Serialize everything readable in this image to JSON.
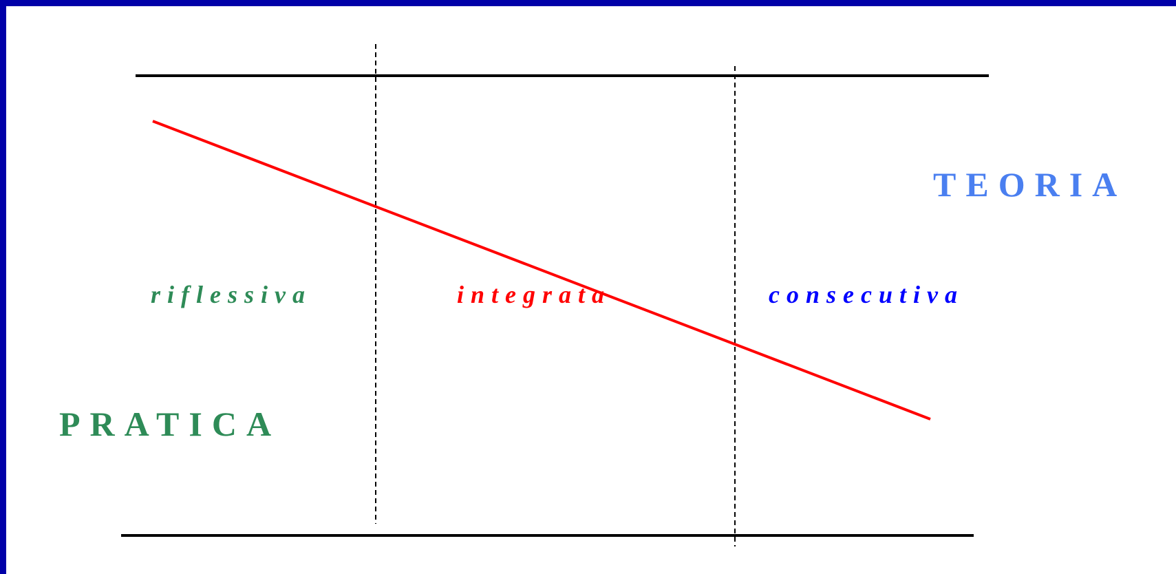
{
  "labels": {
    "teoria": "TEORIA",
    "pratica": "PRATICA",
    "riflessiva": "riflessiva",
    "integrata": "integrata",
    "consecutiva": "consecutiva"
  },
  "colors": {
    "frame": "#0000a8",
    "background": "#ffffff",
    "teoria": "#4a7ff0",
    "pratica": "#2e8b57",
    "riflessiva": "#2e8b57",
    "integrata": "#ff0000",
    "consecutiva": "#0000ff",
    "trend_line": "#ff0000",
    "axis_lines": "#000000",
    "divider_lines": "#000000"
  }
}
